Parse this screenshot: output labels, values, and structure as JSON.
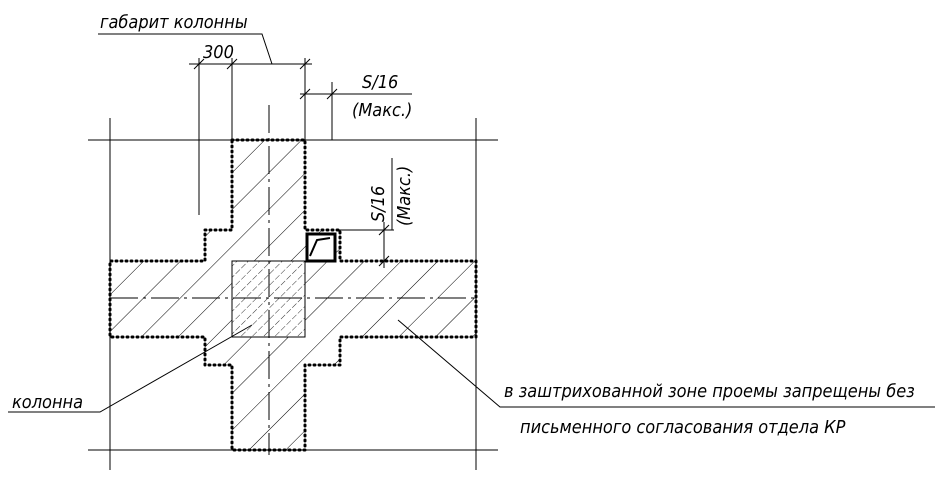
{
  "labels": {
    "column_envelope": "габарит колонны",
    "dim_300": "300",
    "s16_top": "S/16",
    "max_top": "(Макс.)",
    "s16_side": "S/16",
    "max_side": "(Макс.)",
    "column": "колонна",
    "note_line1": "в заштрихованной зоне проемы запрещены без",
    "note_line2": "письменного согласования отдела КР"
  },
  "colors": {
    "line": "#000000",
    "background": "#ffffff"
  }
}
